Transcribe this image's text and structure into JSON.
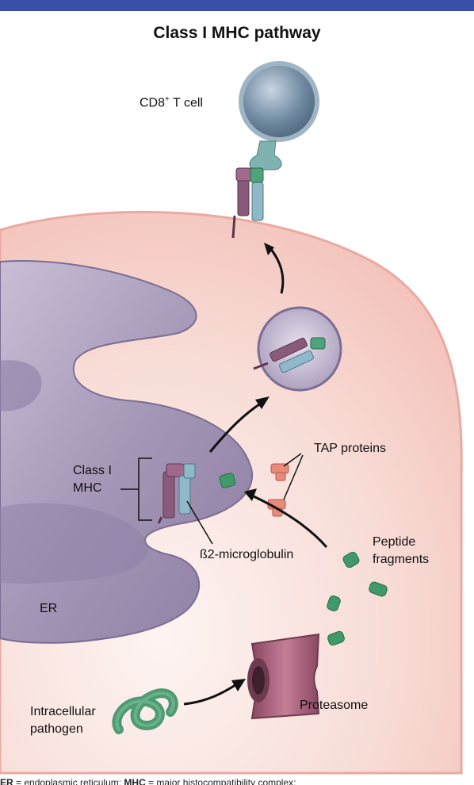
{
  "title": "Class I MHC pathway",
  "labels": {
    "cd8_prefix": "CD8",
    "cd8_sup": "+",
    "cd8_suffix": " T cell",
    "tap_proteins": "TAP proteins",
    "class_i_line1": "Class I",
    "class_i_line2": "MHC",
    "b2_microglobulin": "ß2-microglobulin",
    "peptide_line1": "Peptide",
    "peptide_line2": "fragments",
    "er": "ER",
    "pathogen_line1": "Intracellular",
    "pathogen_line2": "pathogen",
    "proteasome": "Proteasome"
  },
  "footer": {
    "term1": "ER",
    "def1": " = endoplasmic reticulum; ",
    "term2": "MHC",
    "def2": " = major histocompatibility complex;"
  },
  "colors": {
    "header_bar": "#3a4fa8",
    "cell": "#f6cfc9",
    "er": "#a89ab8",
    "tcell": "#8aa3b8",
    "mhc_alpha": "#8a5a7c",
    "b2m": "#8fb8c8",
    "peptide": "#3f9a6a",
    "tap": "#e88a7a",
    "proteasome": "#a8607a"
  }
}
